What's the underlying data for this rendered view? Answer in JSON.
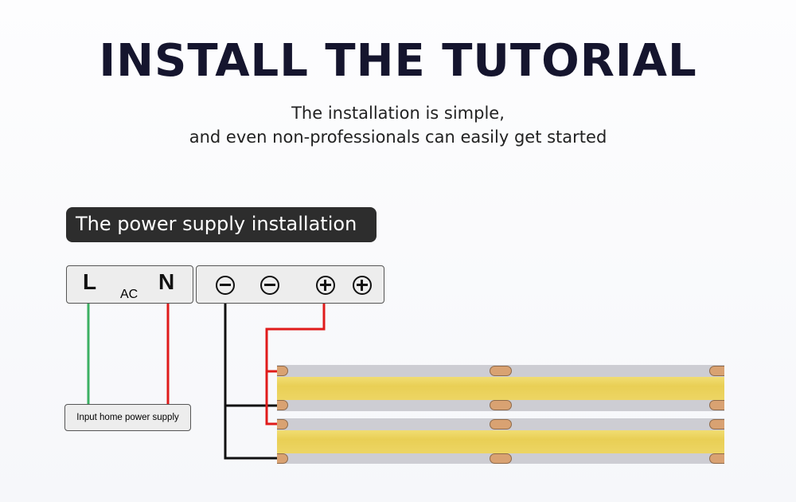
{
  "title": "INSTALL THE TUTORIAL",
  "subtitle_lines": [
    "The installation is simple,",
    "and even non-professionals can easily get started"
  ],
  "section_label": "The power supply installation",
  "ac_block": {
    "left": "L",
    "center": "AC",
    "right": "N"
  },
  "dc_block": {
    "terminals": [
      "minus",
      "minus",
      "plus",
      "plus"
    ]
  },
  "input_label": "Input home power supply",
  "colors": {
    "live_wire": "#3cb063",
    "neutral_wire": "#e01b1b",
    "positive_wire": "#e01b1b",
    "negative_wire": "#111111",
    "led": "#edd55f",
    "pcb": "#cdcdd3",
    "pad": "#d9a272"
  }
}
